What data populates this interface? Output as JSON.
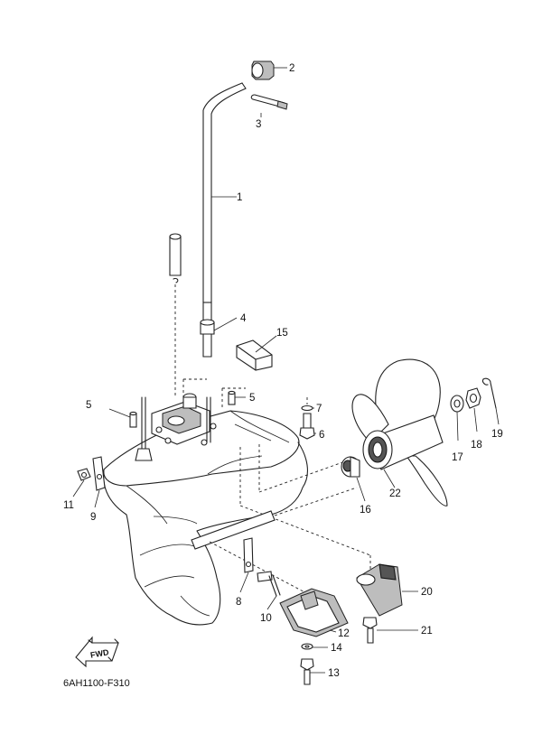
{
  "diagram": {
    "code": "6AH1100-F310",
    "fwd_label": "FWD",
    "callouts": [
      {
        "num": "1"
      },
      {
        "num": "2"
      },
      {
        "num": "3"
      },
      {
        "num": "4"
      },
      {
        "num": "5"
      },
      {
        "num": "5"
      },
      {
        "num": "6"
      },
      {
        "num": "7"
      },
      {
        "num": "8"
      },
      {
        "num": "9"
      },
      {
        "num": "10"
      },
      {
        "num": "11"
      },
      {
        "num": "12"
      },
      {
        "num": "13"
      },
      {
        "num": "14"
      },
      {
        "num": "15"
      },
      {
        "num": "16"
      },
      {
        "num": "17"
      },
      {
        "num": "18"
      },
      {
        "num": "19"
      },
      {
        "num": "20"
      },
      {
        "num": "21"
      },
      {
        "num": "22"
      }
    ]
  }
}
